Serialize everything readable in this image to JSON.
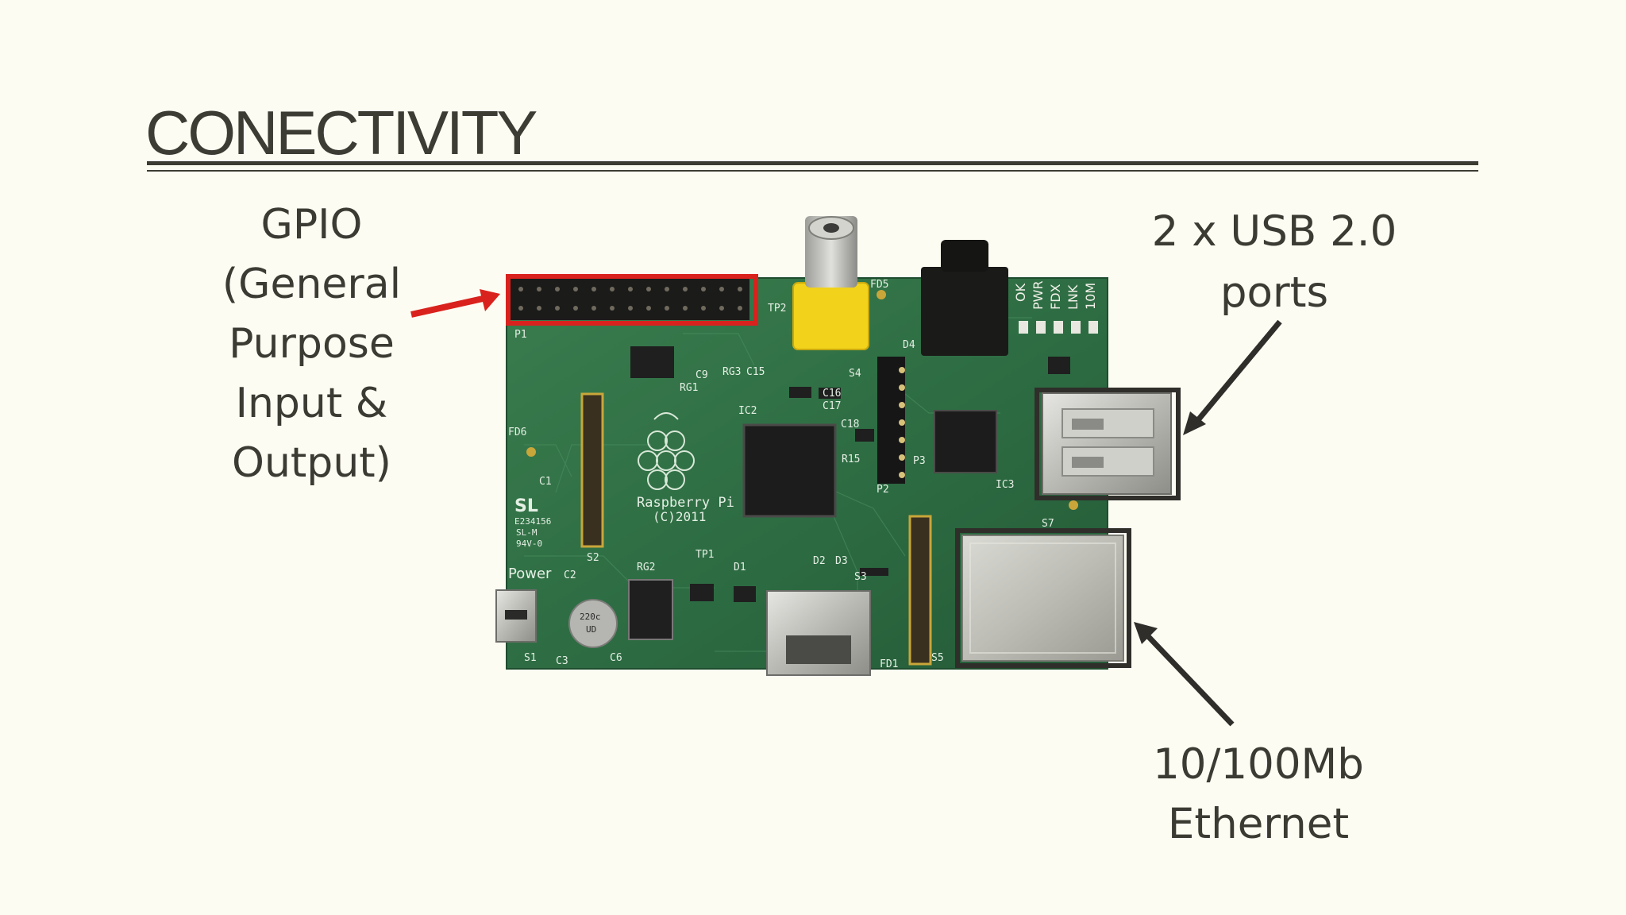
{
  "slide": {
    "title": "CONECTIVITY",
    "captions": {
      "gpio": [
        "GPIO",
        "(General",
        "Purpose",
        "Input &",
        "Output)"
      ],
      "usb": [
        "2 x USB 2.0",
        "ports"
      ],
      "ethernet": [
        "10/100Mb",
        "Ethernet"
      ]
    },
    "board_labels": {
      "logo_text": "Raspberry Pi",
      "copyright": "(C)2011",
      "power": "Power",
      "p1": "P1",
      "ic2": "IC2",
      "ic3": "IC3",
      "s1": "S1",
      "s2": "S2",
      "s3": "S3",
      "s4": "S4",
      "s5": "S5",
      "s7": "S7",
      "c2": "C2",
      "c3": "C3",
      "c6": "C6",
      "c15": "C15",
      "c16": "C16",
      "c17": "C17",
      "rg1": "RG1",
      "rg2": "RG2",
      "rg3": "RG3",
      "fd1": "FD1",
      "fd5": "FD5",
      "fd6": "FD6",
      "tp1": "TP1",
      "tp2": "TP2",
      "d1": "D1",
      "d2": "D2",
      "d3": "D3",
      "d4": "D4",
      "p2": "P2",
      "p3": "P3",
      "c1": "C1",
      "c9": "C9",
      "c18": "C18",
      "r15": "R15",
      "led_labels": [
        "OK",
        "PWR",
        "FDX",
        "LNK",
        "10M"
      ],
      "sl_mark": "SL",
      "sl_code": "E234156",
      "sl_sub": "SL-M",
      "sl_rating": "94V-0",
      "cap_text": "220c",
      "cap_code": "UD"
    },
    "colors": {
      "background": "#fdfcf2",
      "text": "#3b3a33",
      "pcb": "#2f7045",
      "highlight_red": "#d9221d",
      "highlight_dark": "#2f2e2a",
      "rca_yellow": "#f2d21a",
      "metal": "#c8c8c4"
    }
  }
}
